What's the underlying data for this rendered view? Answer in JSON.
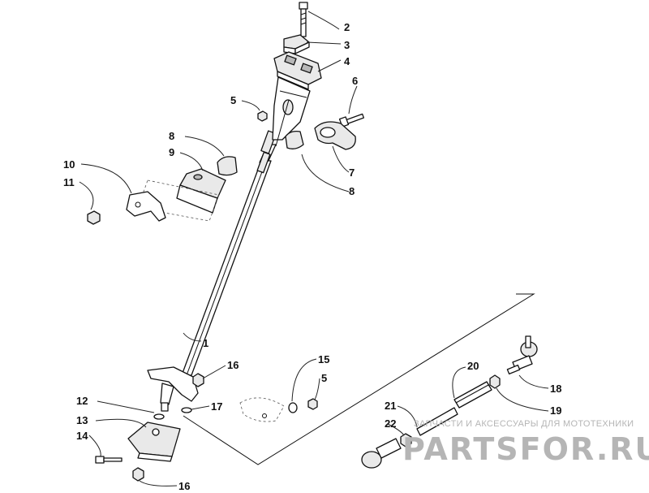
{
  "callouts": [
    {
      "id": "c2",
      "text": "2"
    },
    {
      "id": "c3",
      "text": "3"
    },
    {
      "id": "c4",
      "text": "4"
    },
    {
      "id": "c5a",
      "text": "5"
    },
    {
      "id": "c6",
      "text": "6"
    },
    {
      "id": "c7",
      "text": "7"
    },
    {
      "id": "c8a",
      "text": "8"
    },
    {
      "id": "c9",
      "text": "9"
    },
    {
      "id": "c8b",
      "text": "8"
    },
    {
      "id": "c10",
      "text": "10"
    },
    {
      "id": "c11",
      "text": "11"
    },
    {
      "id": "c1",
      "text": "1"
    },
    {
      "id": "c16a",
      "text": "16"
    },
    {
      "id": "c15",
      "text": "15"
    },
    {
      "id": "c5b",
      "text": "5"
    },
    {
      "id": "c20",
      "text": "20"
    },
    {
      "id": "c12",
      "text": "12"
    },
    {
      "id": "c17",
      "text": "17"
    },
    {
      "id": "c13",
      "text": "13"
    },
    {
      "id": "c14",
      "text": "14"
    },
    {
      "id": "c16b",
      "text": "16"
    },
    {
      "id": "c18",
      "text": "18"
    },
    {
      "id": "c19",
      "text": "19"
    },
    {
      "id": "c21",
      "text": "21"
    },
    {
      "id": "c22",
      "text": "22"
    }
  ],
  "watermark": {
    "tagline": "ЗАПЧАСТИ И АКСЕССУАРЫ ДЛЯ МОТОТЕХНИКИ",
    "logo": "PARTSFOR.RU"
  }
}
